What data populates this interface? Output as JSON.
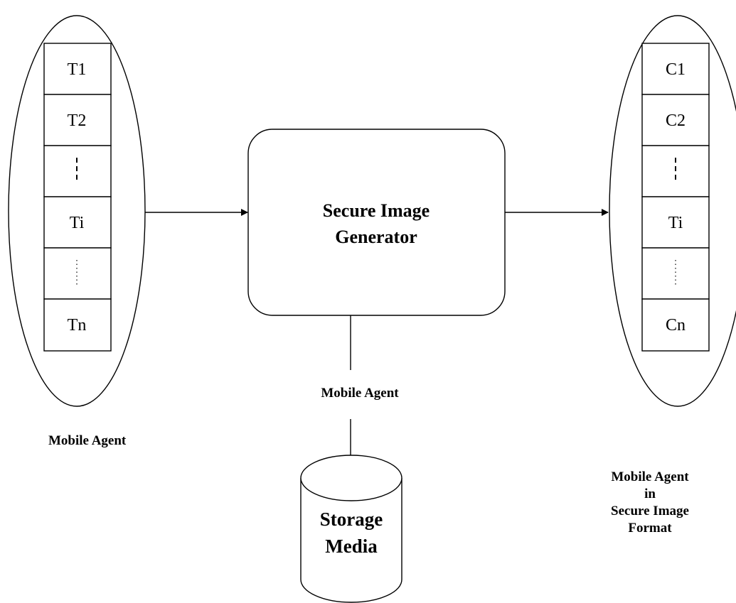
{
  "left_agent": {
    "cells": [
      "T1",
      "T2",
      "",
      "Ti",
      "",
      "Tn"
    ],
    "label": "Mobile Agent"
  },
  "generator": {
    "line1": "Secure Image",
    "line2": "Generator"
  },
  "right_agent": {
    "cells": [
      "C1",
      "C2",
      "",
      "Ti",
      "",
      "Cn"
    ],
    "label_lines": [
      "Mobile Agent",
      "in",
      "Secure Image",
      "Format"
    ]
  },
  "middle_label": "Mobile Agent",
  "storage": {
    "line1": "Storage",
    "line2": "Media"
  }
}
